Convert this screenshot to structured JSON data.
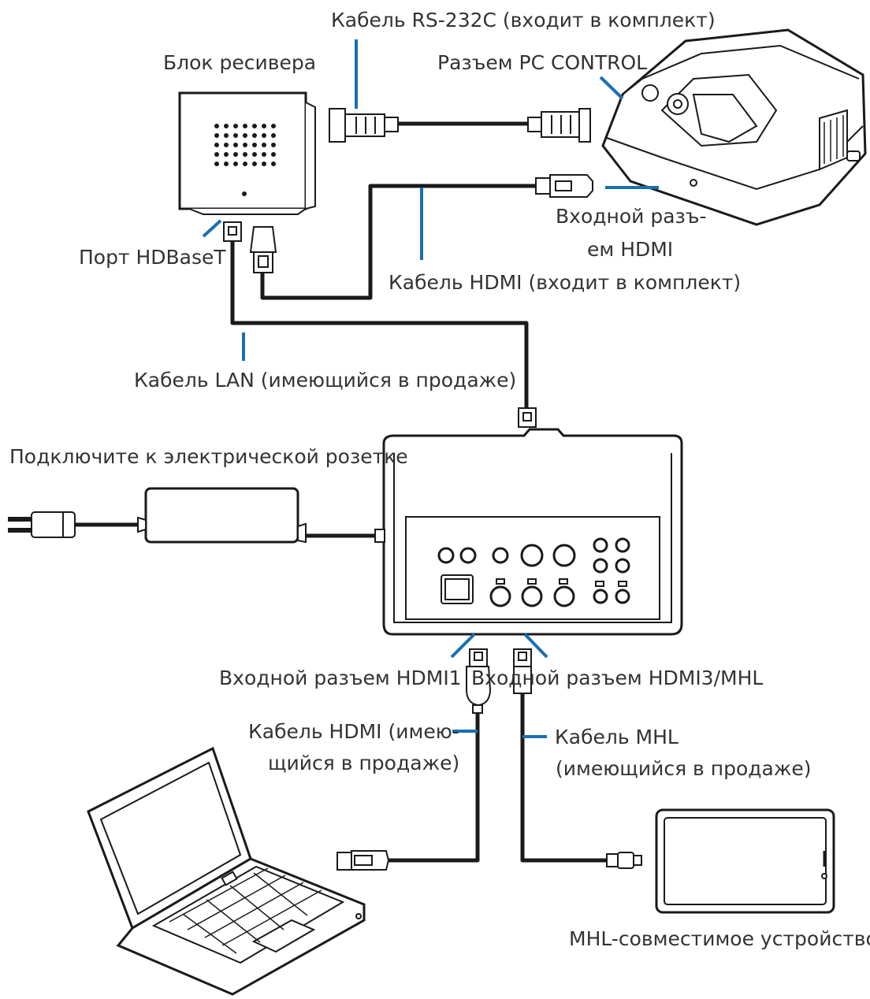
{
  "labels": {
    "rs232c_cable": "Кабель RS-232C (входит в комплект)",
    "receiver_unit": "Блок ресивера",
    "pc_control_port": "Разъем PC CONTROL",
    "hdmi_input_line1": "Входной разъ-",
    "hdmi_input_line2": "ем HDMI",
    "hdbaset_port": "Порт HDBaseT",
    "hdmi_cable_included": "Кабель HDMI (входит в комплект)",
    "lan_cable": "Кабель LAN (имеющийся в продаже)",
    "power_outlet": "Подключите к электрической розетке",
    "hdmi1_input": "Входной разъем HDMI1",
    "hdmi3_mhl_input": "Входной разъем HDMI3/MHL",
    "hdmi_cable_sold_line1": "Кабель HDMI (имею-",
    "hdmi_cable_sold_line2": "щийся в продаже)",
    "mhl_cable_line1": "Кабель MHL",
    "mhl_cable_line2": "(имеющийся в продаже)",
    "mhl_device": "MHL-совместимое устройство"
  },
  "colors": {
    "leader_line": "#1a6fb0",
    "line_art": "#1a1a1a",
    "label_text": "#333333"
  }
}
